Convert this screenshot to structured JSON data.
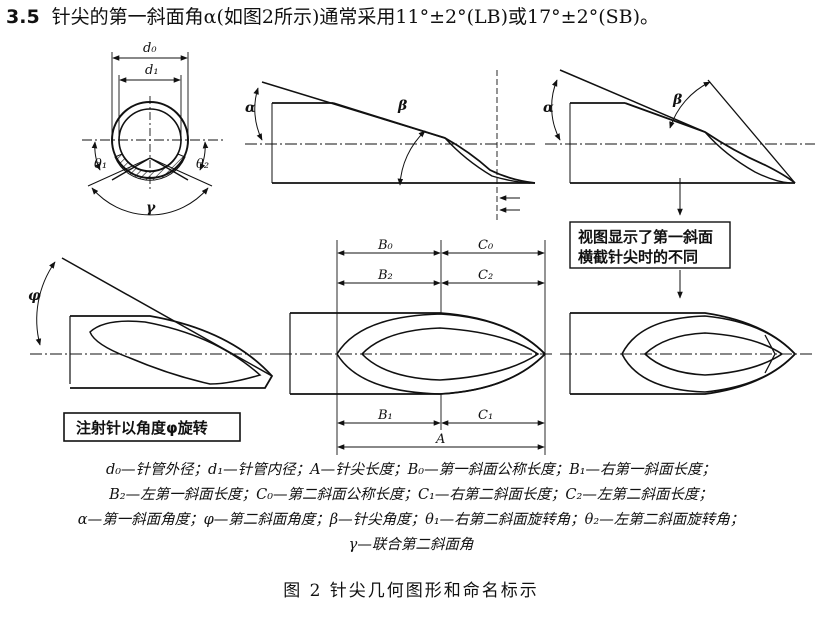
{
  "heading": {
    "number": "3.5",
    "text": "针尖的第一斜面角α(如图2所示)通常采用11°±2°(LB)或17°±2°(SB)。"
  },
  "labels": {
    "d0": "d₀",
    "d1": "d₁",
    "theta1": "θ₁",
    "theta2": "θ₂",
    "gamma": "γ",
    "alpha": "α",
    "beta": "β",
    "phi": "φ",
    "B0": "B₀",
    "C0": "C₀",
    "B2": "B₂",
    "C2": "C₂",
    "B1": "B₁",
    "C1": "C₁",
    "A": "A"
  },
  "notes": {
    "view_line1": "视图显示了第一斜面",
    "view_line2": "横截针尖时的不同",
    "rotate": "注射针以角度φ旋转"
  },
  "legend": [
    "d₀—针管外径；d₁—针管内径；A—针尖长度；B₀—第一斜面公称长度；B₁—右第一斜面长度；",
    "B₂—左第一斜面长度；C₀—第二斜面公称长度；C₁—右第二斜面长度；C₂—左第二斜面长度；",
    "α—第一斜面角度；φ—第二斜面角度；β—针尖角度；θ₁—右第二斜面旋转角；θ₂—左第二斜面旋转角；",
    "γ—联合第二斜面角"
  ],
  "caption": "图 2   针尖几何图形和命名标示"
}
